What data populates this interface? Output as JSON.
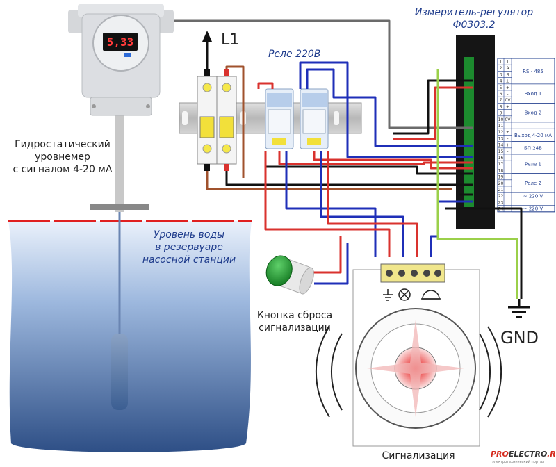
{
  "labels": {
    "controller_title_1": "Измеритель-регулятор",
    "controller_title_2": "Ф0303.2",
    "l1": "L1",
    "relay_title": "Реле 220В",
    "sensor_1": "Гидростатический",
    "sensor_2": "уровнемер",
    "sensor_3": "с сигналом 4-20 мА",
    "water_1": "Уровень воды",
    "water_2": "в резервуаре",
    "water_3": "насосной станции",
    "button_1": "Кнопка сброса",
    "button_2": "сигнализации",
    "gnd": "GND",
    "alarm": "Сигнализация",
    "display_value": "5,33",
    "brand_pro": "PRO",
    "brand_rest": "ELECTRO",
    "brand_ru": ".RU",
    "brand_sub": "электротехнический портал"
  },
  "terminals": {
    "rows": [
      {
        "num": "1",
        "pin": "T"
      },
      {
        "num": "2",
        "pin": "A"
      },
      {
        "num": "3",
        "pin": "B"
      },
      {
        "num": "4",
        "pin": "⊥"
      },
      {
        "num": "5",
        "pin": "+"
      },
      {
        "num": "6",
        "pin": "-"
      },
      {
        "num": "7",
        "pin": "0V"
      },
      {
        "num": "8",
        "pin": "+"
      },
      {
        "num": "9",
        "pin": "-"
      },
      {
        "num": "10",
        "pin": "0V"
      },
      {
        "num": "11",
        "pin": ""
      },
      {
        "num": "12",
        "pin": "+"
      },
      {
        "num": "13",
        "pin": "-"
      },
      {
        "num": "14",
        "pin": "+"
      },
      {
        "num": "15",
        "pin": "-"
      },
      {
        "num": "16",
        "pin": ""
      },
      {
        "num": "17",
        "pin": ""
      },
      {
        "num": "18",
        "pin": ""
      },
      {
        "num": "19",
        "pin": ""
      },
      {
        "num": "20",
        "pin": ""
      },
      {
        "num": "21",
        "pin": ""
      },
      {
        "num": "22",
        "pin": ""
      },
      {
        "num": "23",
        "pin": ""
      },
      {
        "num": "24",
        "pin": ""
      }
    ],
    "groups": {
      "rs485": "RS - 485",
      "in1": "Вход 1",
      "in2": "Вход 2",
      "out420": "Выход 4-20 мА",
      "bp24": "БП 24В",
      "relay1": "Реле 1",
      "relay2": "Реле 2",
      "v220a": "~ 220 V",
      "v220b": "~ 220 V"
    }
  },
  "colors": {
    "wire_black": "#111111",
    "wire_red": "#d9322e",
    "wire_blue": "#1f2fb8",
    "wire_brown": "#a0522d",
    "wire_gray": "#6b6b6b",
    "wire_yellowgreen": "#9bd04a",
    "water_top": "#dfe9f7",
    "water_bottom": "#2c4f8a",
    "brand_red": "#d52b1e"
  },
  "icons": {
    "ground": "ground-icon",
    "lamp": "lamp-icon",
    "bell": "bell-icon",
    "arrow": "arrow-up-icon"
  }
}
